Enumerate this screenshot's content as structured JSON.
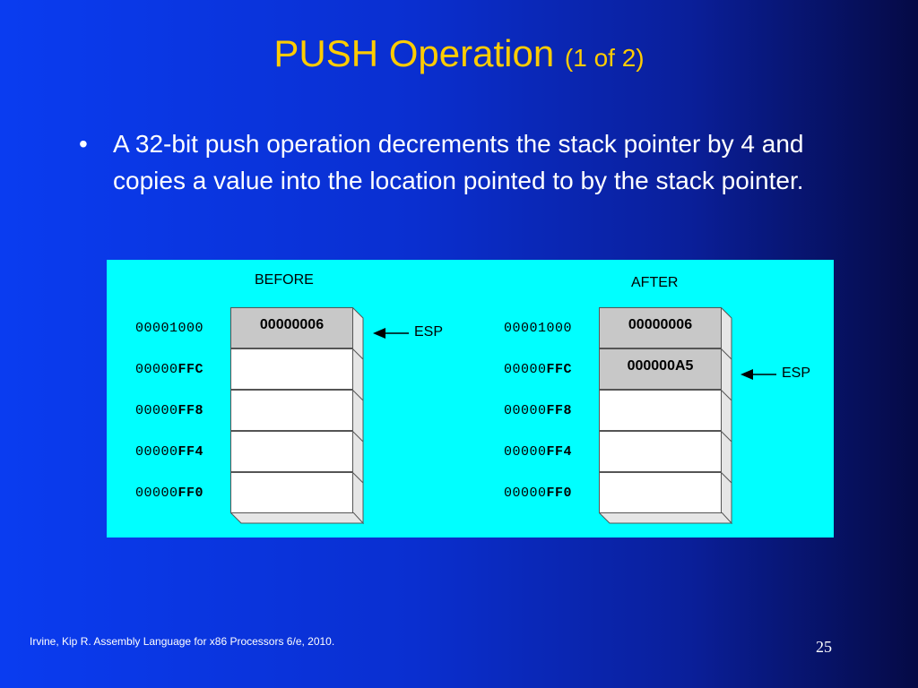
{
  "slide": {
    "title_main": "PUSH Operation",
    "title_sub": "(1 of 2)",
    "bullet_symbol": "•",
    "bullet_text": "A 32-bit push operation decrements the stack pointer by 4 and copies a value into the location pointed to by the stack pointer.",
    "footer_citation": "Irvine, Kip R. Assembly Language for x86 Processors 6/e, 2010.",
    "page_number": "25"
  },
  "diagram": {
    "before_label": "BEFORE",
    "after_label": "AFTER",
    "pointer_label": "ESP",
    "addresses": [
      {
        "prefix": "00001000",
        "suffix": ""
      },
      {
        "prefix": "00000",
        "suffix": "FFC"
      },
      {
        "prefix": "00000",
        "suffix": "FF8"
      },
      {
        "prefix": "00000",
        "suffix": "FF4"
      },
      {
        "prefix": "00000",
        "suffix": "FF0"
      }
    ],
    "before_cells": [
      "00000006",
      "",
      "",
      "",
      ""
    ],
    "after_cells": [
      "00000006",
      "000000A5",
      "",
      "",
      ""
    ],
    "before_esp_index": 0,
    "after_esp_index": 1
  },
  "colors": {
    "background": "#0a2fd0",
    "title": "#ffcc00",
    "panel": "#00ffff",
    "filled_cell": "#c8c8c8"
  }
}
